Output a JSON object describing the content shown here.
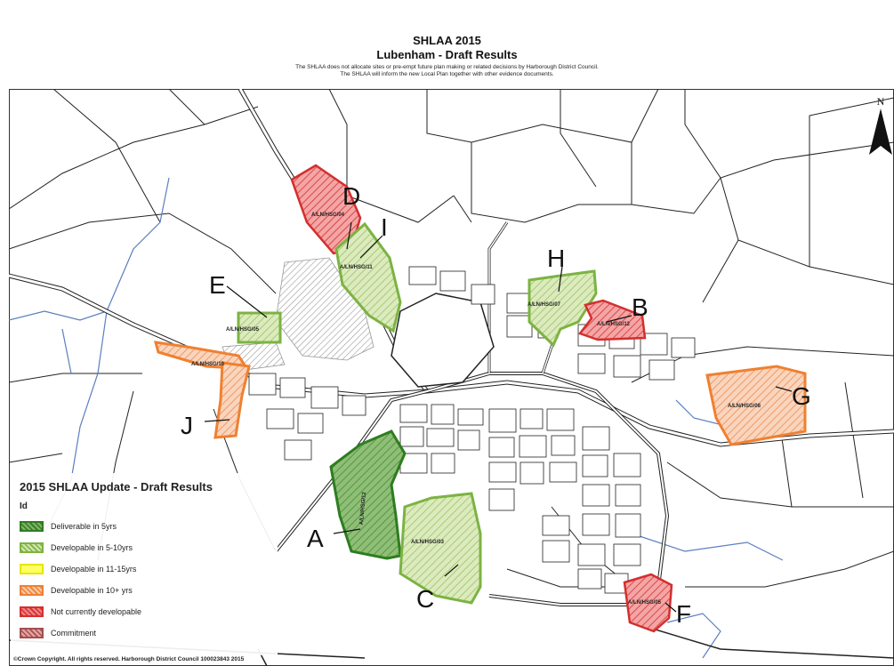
{
  "header": {
    "title": "SHLAA 2015",
    "subtitle": "Lubenham - Draft Results",
    "note_line1": "The SHLAA does not allocate sites or pre-empt future plan making or related decisions by Harborough District Council.",
    "note_line2": "The SHLAA will inform the new Local Plan together with other evidence documents."
  },
  "north_label": "N",
  "site_letters": {
    "A": "A",
    "B": "B",
    "C": "C",
    "D": "D",
    "E": "E",
    "F": "F",
    "G": "G",
    "H": "H",
    "I": "I",
    "J": "J"
  },
  "site_codes": {
    "A": "A/LN/HSG/12",
    "B": "A/LN/HSG/12",
    "C": "A/LN/HSG/03",
    "D": "A/LN/HSG/04",
    "E": "A/LN/HSG/05",
    "F": "A/LN/HSG/05",
    "G": "A/LN/HSG/08",
    "H": "A/LN/HSG/07",
    "I": "A/LN/HSG/11",
    "J": "A/LN/HSG/10"
  },
  "legend": {
    "title": "2015 SHLAA Update - Draft Results",
    "id_label": "Id",
    "items": [
      {
        "label": "Deliverable in 5yrs",
        "fill": "#7fb069",
        "stroke": "#2e7d1f"
      },
      {
        "label": "Developable in 5-10yrs",
        "fill": "#cfe3a8",
        "stroke": "#7cb342"
      },
      {
        "label": "Developable in 11-15yrs",
        "fill": "#ffff66",
        "stroke": "#e6e600"
      },
      {
        "label": "Developable in 10+ yrs",
        "fill": "#f6c7a8",
        "stroke": "#f08030"
      },
      {
        "label": "Not currently developable",
        "fill": "#f08080",
        "stroke": "#d32f2f"
      },
      {
        "label": "Commitment",
        "fill": "#e8a0a0",
        "stroke": "#a05050"
      }
    ]
  },
  "copyright": "©Crown Copyright. All rights reserved.  Harborough District Council 100023843  2015"
}
